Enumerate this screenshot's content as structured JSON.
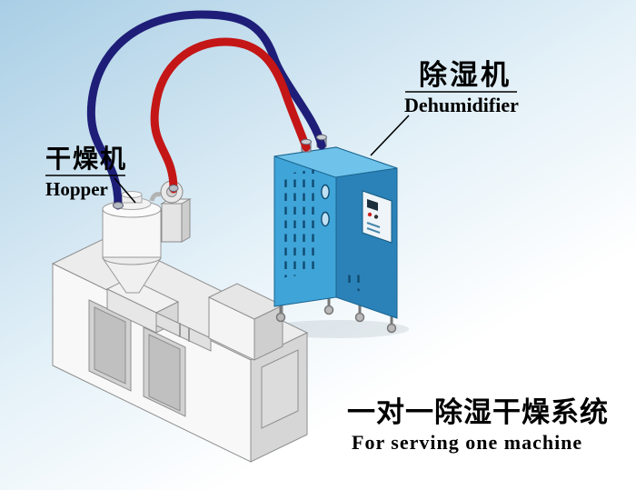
{
  "labels": {
    "dehumidifier_cn": "除湿机",
    "dehumidifier_en": "Dehumidifier",
    "hopper_cn": "干燥机",
    "hopper_en": "Hopper",
    "caption_cn": "一对一除湿干燥系统",
    "caption_en": "For serving one machine"
  },
  "colors": {
    "pipe_red": "#c41616",
    "pipe_navy": "#1e1e78",
    "cabinet_front": "#3fa4d8",
    "cabinet_side": "#2b82b8",
    "cabinet_top": "#6fc2e9",
    "machine_body": "#f8f8f8",
    "background_top": "#a9cee5",
    "background_bottom": "#ffffff",
    "label_text": "#000000"
  },
  "components": {
    "dehumidifier_unit": "dehumidifier-cabinet",
    "hopper_unit": "hopper-dryer",
    "machine_unit": "extruder-machine",
    "hose_red": "return-air-hose",
    "hose_blue": "dry-air-hose"
  }
}
